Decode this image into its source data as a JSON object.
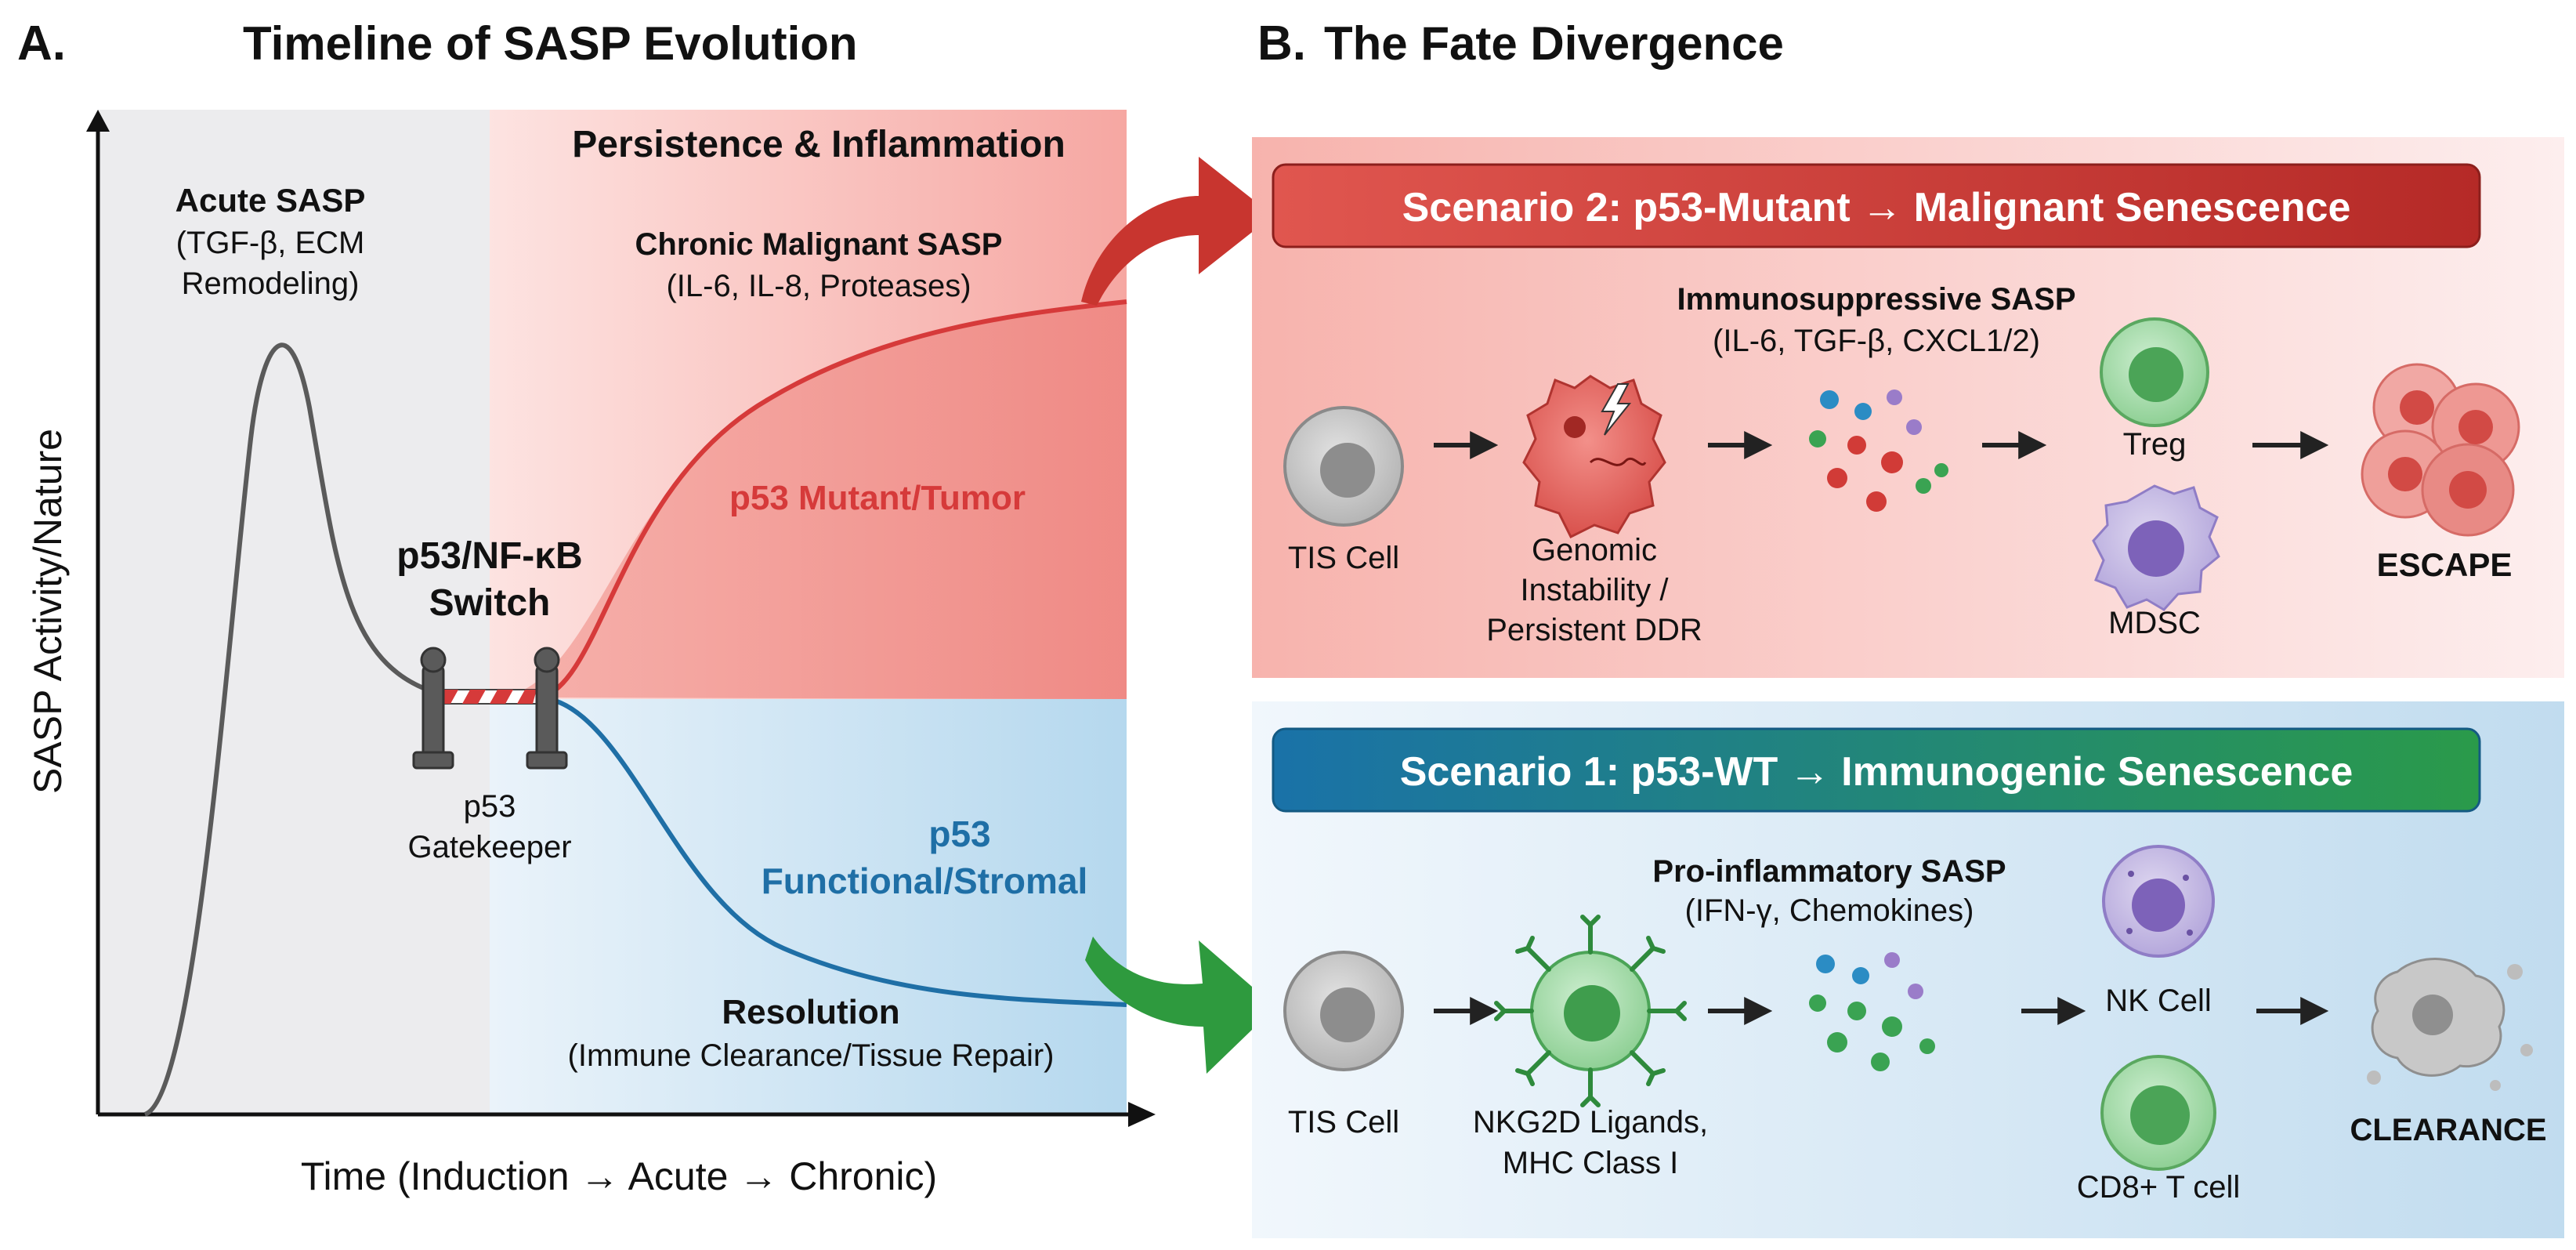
{
  "panel_a": {
    "letter": "A.",
    "title": "Timeline of SASP Evolution",
    "y_axis_label": "SASP Activity/Nature",
    "x_axis_label": "Time (Induction → Acute → Chronic)",
    "persistence_label": "Persistence & Inflammation",
    "acute": {
      "title": "Acute SASP",
      "line1": "(TGF-β, ECM",
      "line2": "Remodeling)"
    },
    "chronic": {
      "title": "Chronic Malignant SASP",
      "detail": "(IL-6, IL-8, Proteases)"
    },
    "mutant_label": "p53 Mutant/Tumor",
    "switch": {
      "line1": "p53/NF-κB",
      "line2": "Switch"
    },
    "gatekeeper": {
      "line1": "p53",
      "line2": "Gatekeeper"
    },
    "functional": {
      "line1": "p53",
      "line2": "Functional/Stromal"
    },
    "resolution": {
      "title": "Resolution",
      "detail": "(Immune Clearance/Tissue Repair)"
    }
  },
  "panel_b": {
    "letter": "B.",
    "title": "The Fate Divergence",
    "scenario2": {
      "banner": "Scenario 2: p53-Mutant → Malignant Senescence",
      "sasp_title": "Immunosuppressive SASP",
      "sasp_detail": "(IL-6, TGF-β, CXCL1/2)",
      "tis_cell": "TIS Cell",
      "genomic": {
        "line1": "Genomic",
        "line2": "Instability /",
        "line3": "Persistent DDR"
      },
      "treg": "Treg",
      "mdsc": "MDSC",
      "outcome": "ESCAPE"
    },
    "scenario1": {
      "banner": "Scenario 1: p53-WT → Immunogenic Senescence",
      "sasp_title": "Pro-inflammatory SASP",
      "sasp_detail": "(IFN-γ, Chemokines)",
      "tis_cell": "TIS Cell",
      "ligands": {
        "line1": "NKG2D Ligands,",
        "line2": "MHC Class I"
      },
      "nk_cell": "NK Cell",
      "cd8": "CD8+ T cell",
      "outcome": "CLEARANCE"
    }
  },
  "colors": {
    "mutant_red": "#d63a3a",
    "functional_blue": "#1f6fa6",
    "scenario2_banner": "#c8352f",
    "scenario1_banner_start": "#1a72a8",
    "scenario1_banner_end": "#2a9a4a",
    "clearance_arrow": "#2e9a3e"
  }
}
